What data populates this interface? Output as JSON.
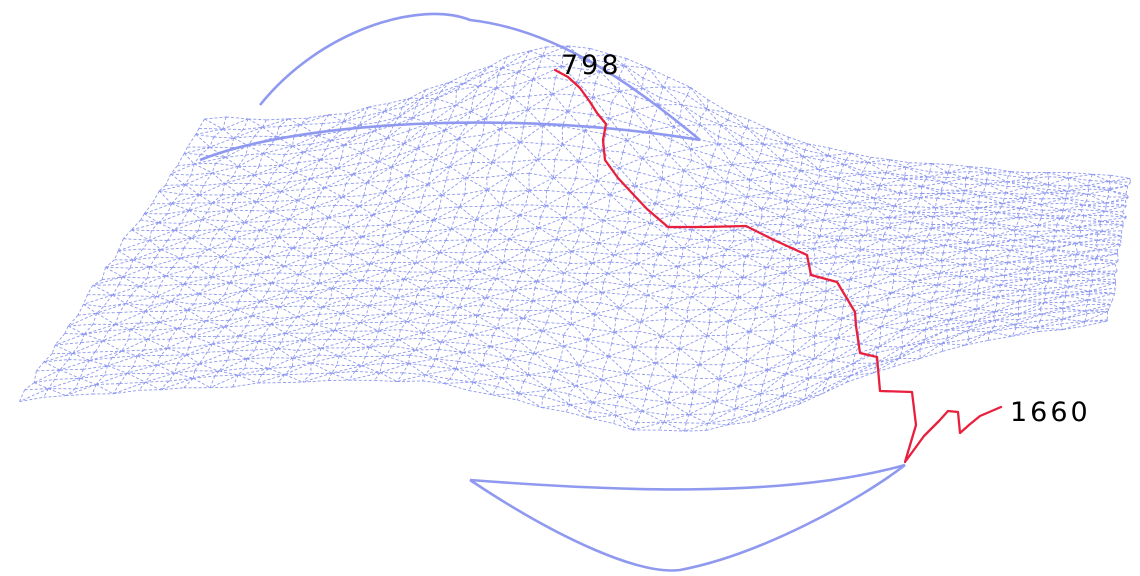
{
  "mesh": {
    "edge_color": "#8f99ef",
    "edge_style": "dashed"
  },
  "path": {
    "color": "#e8203d",
    "start_vertex": "798",
    "end_vertex": "1660"
  }
}
